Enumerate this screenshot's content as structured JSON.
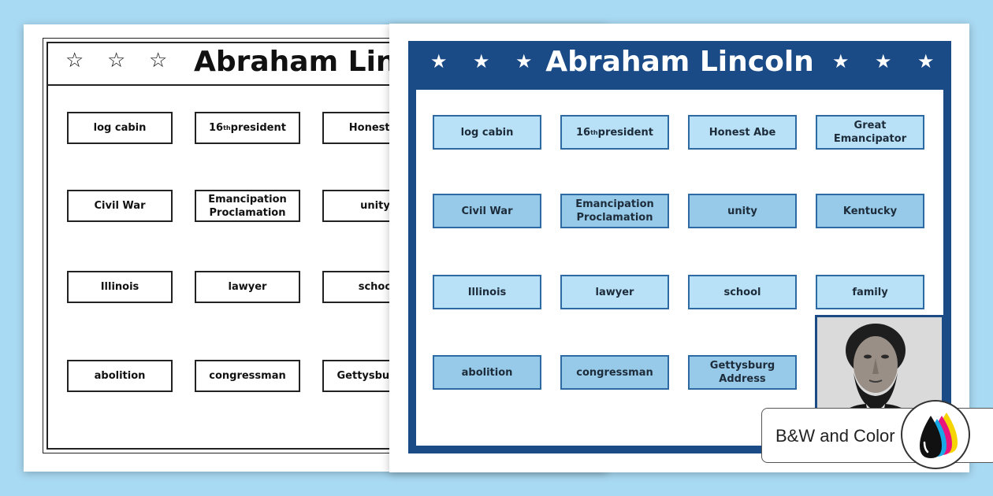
{
  "bw_sheet": {
    "title": "Abraham Linc",
    "star_glyph": "☆",
    "cards": [
      "log cabin",
      "16th president",
      "Honest A",
      "Civil War",
      "Emancipation\nProclamation",
      "unity",
      "Illinois",
      "lawyer",
      "schoo",
      "abolition",
      "congressman",
      "Gettysburg A"
    ]
  },
  "color_sheet": {
    "title": "Abraham Lincoln",
    "star_glyph": "★",
    "colors": {
      "frame": "#1a4b87",
      "card_light": "#b8e0f6",
      "card_mid": "#97c9e8"
    },
    "cards": [
      "log cabin",
      "16th president",
      "Honest Abe",
      "Great\nEmancipator",
      "Civil War",
      "Emancipation\nProclamation",
      "unity",
      "Kentucky",
      "Illinois",
      "lawyer",
      "school",
      "family",
      "abolition",
      "congressman",
      "Gettysburg Address"
    ],
    "photo_icon": "abraham-lincoln-portrait"
  },
  "badge": {
    "label": "B&W and Color",
    "icon": "ink-drops-icon"
  }
}
